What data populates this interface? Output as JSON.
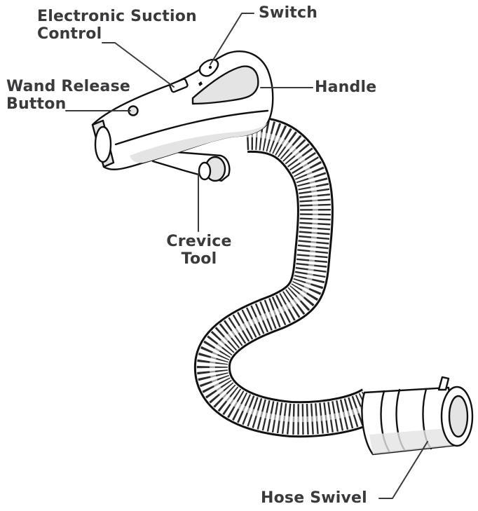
{
  "labels": {
    "electronic_suction_control": [
      "Electronic Suction",
      "Control"
    ],
    "switch": "Switch",
    "wand_release_button": [
      "Wand Release",
      "Button"
    ],
    "handle": "Handle",
    "crevice_tool": [
      "Crevice",
      "Tool"
    ],
    "hose_swivel": "Hose Swivel"
  },
  "colors": {
    "outline": "#111111",
    "label_text": "#3a3a3c",
    "body_fill": "#ffffff",
    "shade_fill": "#e4e4e4",
    "hose_rib": "#2b2b2b"
  }
}
